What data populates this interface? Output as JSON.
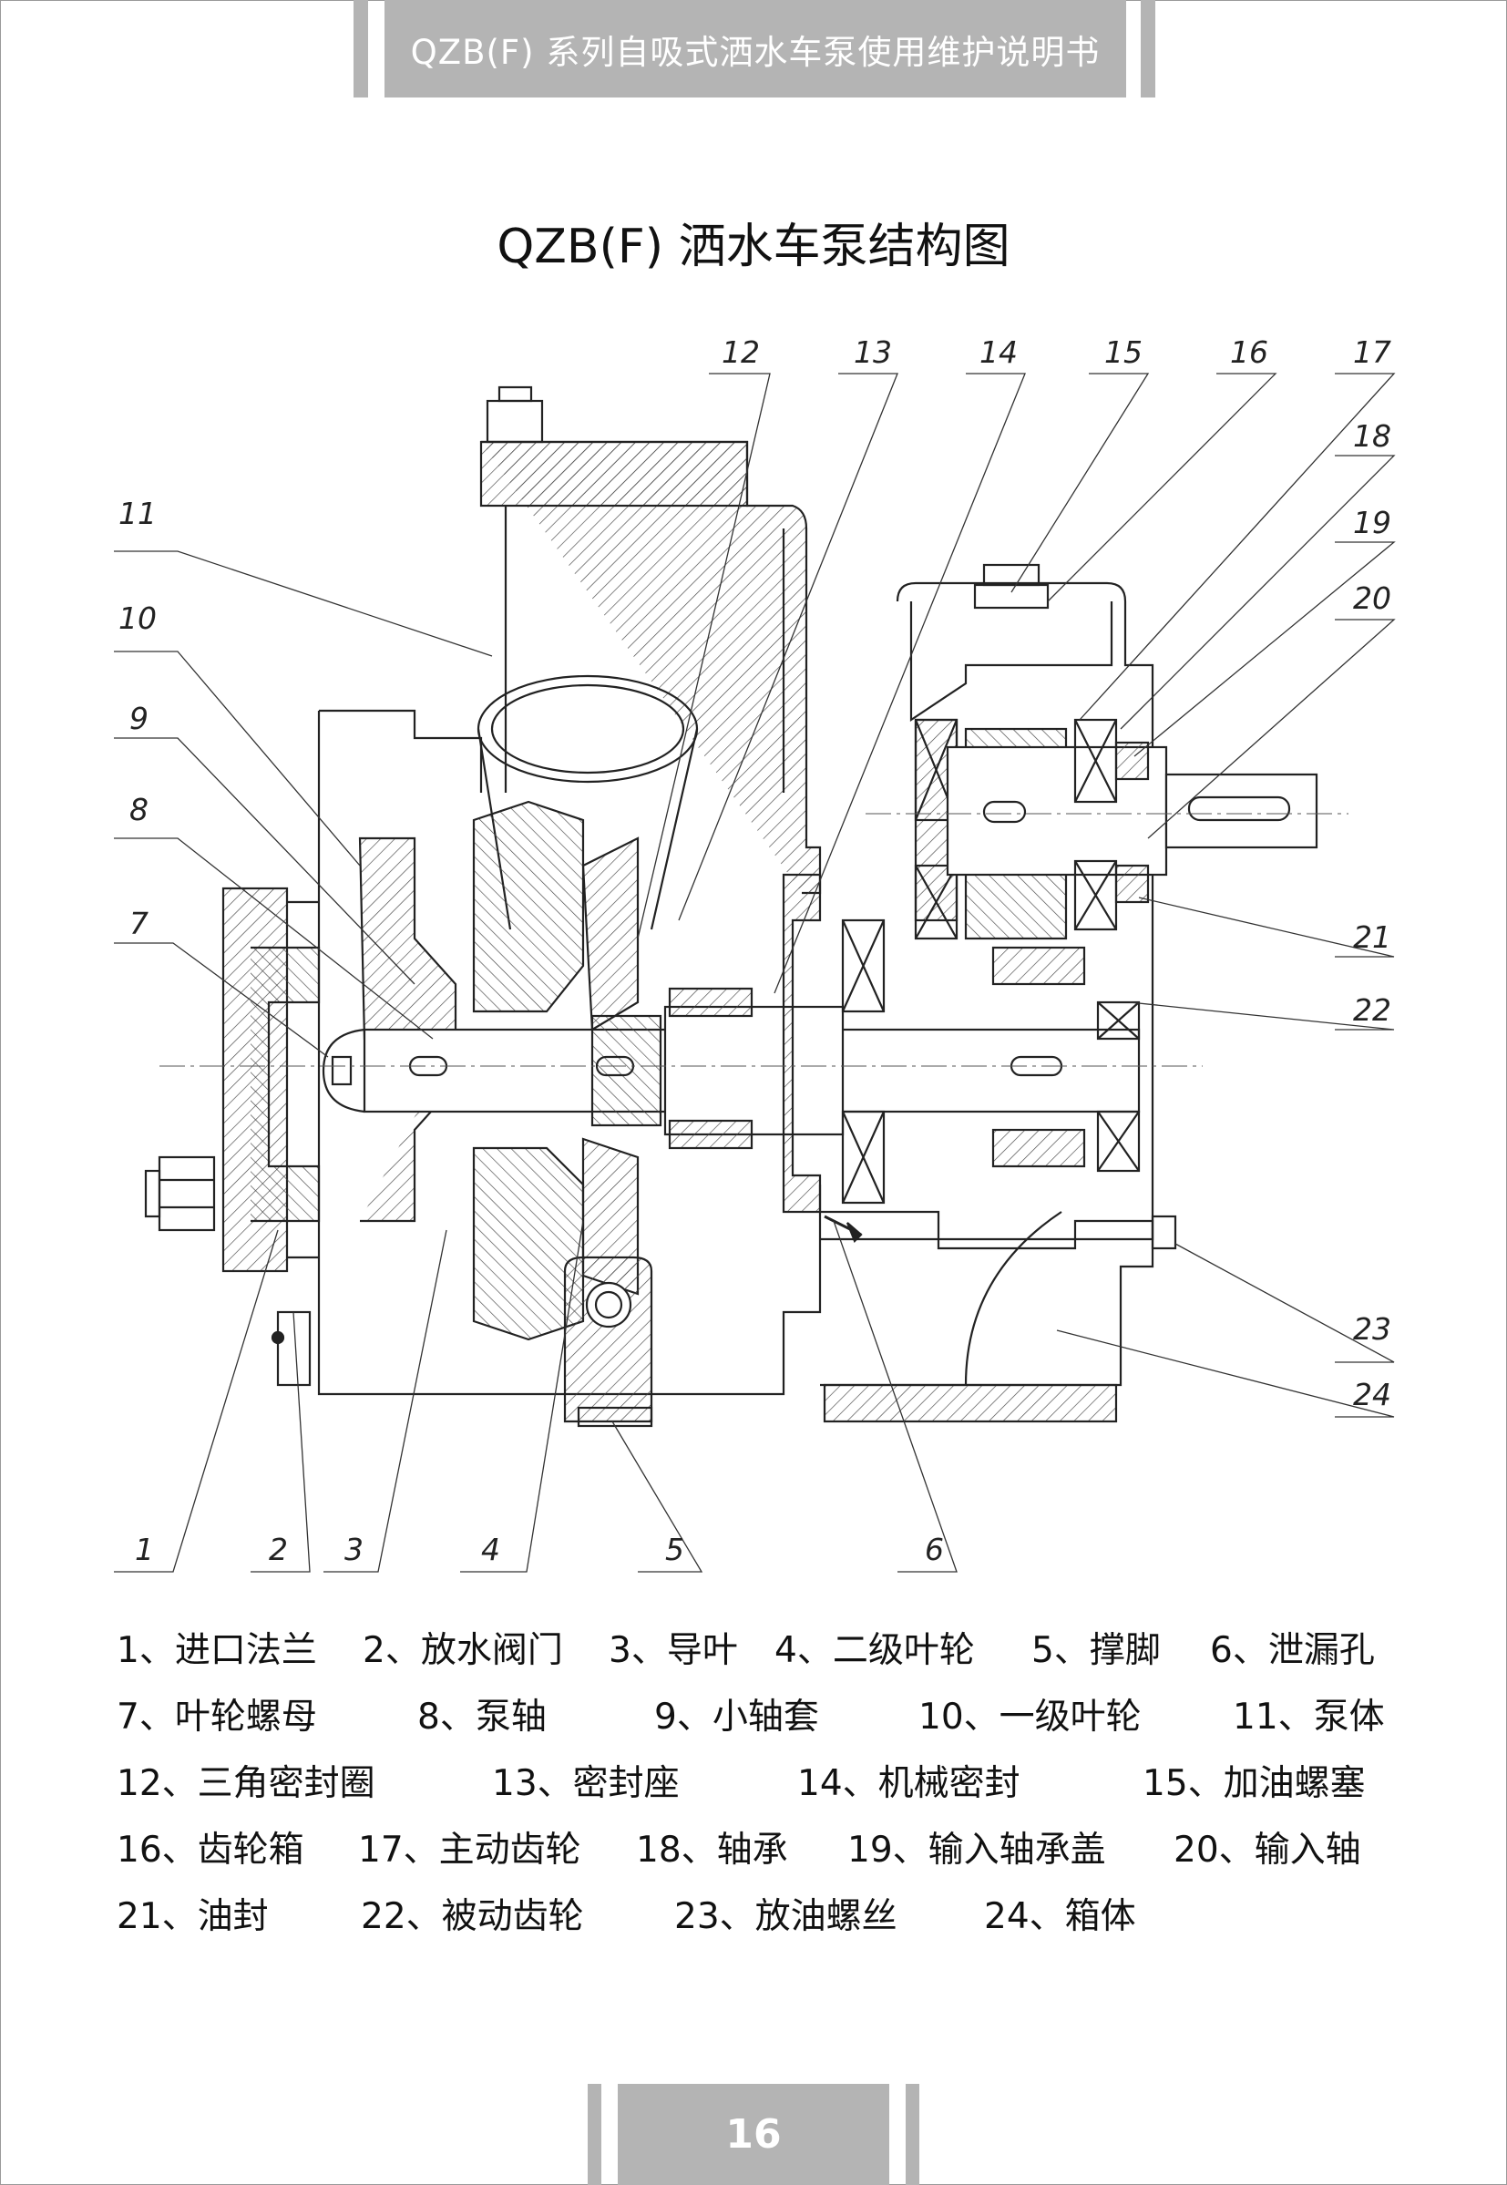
{
  "header": {
    "title": "QZB(F) 系列自吸式洒水车泵使用维护说明书"
  },
  "page_title": "QZB(F)   洒水车泵结构图",
  "callouts": [
    "1",
    "2",
    "3",
    "4",
    "5",
    "6",
    "7",
    "8",
    "9",
    "10",
    "11",
    "12",
    "13",
    "14",
    "15",
    "16",
    "17",
    "18",
    "19",
    "20",
    "21",
    "22",
    "23",
    "24"
  ],
  "legend": {
    "rows": [
      [
        "1、进口法兰",
        "2、放水阀门",
        "3、导叶",
        "4、二级叶轮",
        "5、撑脚",
        "6、泄漏孔"
      ],
      [
        "7、叶轮螺母",
        "8、泵轴",
        "9、小轴套",
        "10、一级叶轮",
        "11、泵体"
      ],
      [
        "12、三角密封圈",
        "13、密封座",
        "14、机械密封",
        "15、加油螺塞"
      ],
      [
        "16、齿轮箱",
        "17、主动齿轮",
        "18、轴承",
        "19、输入轴承盖",
        "20、输入轴"
      ],
      [
        "21、油封",
        "22、被动齿轮",
        "23、放油螺丝",
        "24、箱体"
      ]
    ]
  },
  "footer": {
    "page_number": "16"
  }
}
